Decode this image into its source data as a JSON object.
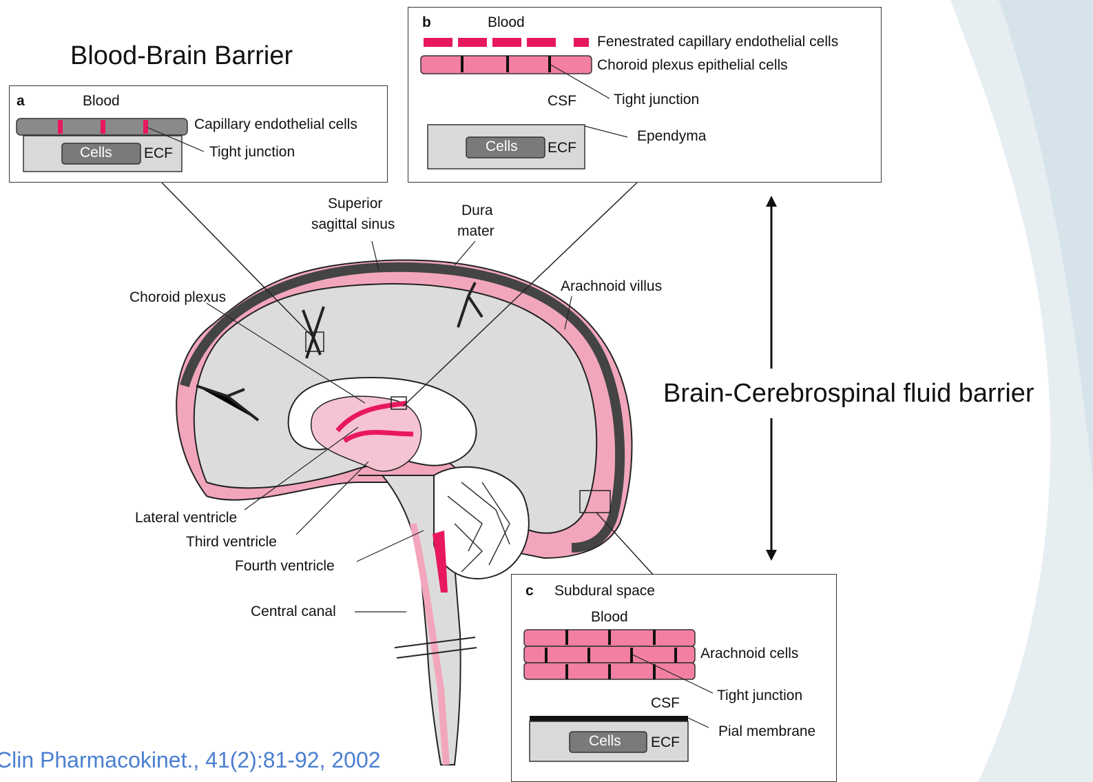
{
  "titles": {
    "bbb": "Blood-Brain Barrier",
    "bcsf": "Brain-Cerebrospinal fluid barrier"
  },
  "citation": "Clin Pharmacokinet., 41(2):81-92, 2002",
  "panel_a": {
    "letter": "a",
    "blood": "Blood",
    "capillary": "Capillary endothelial cells",
    "tight_junction": "Tight junction",
    "cells": "Cells",
    "ecf": "ECF"
  },
  "panel_b": {
    "letter": "b",
    "blood": "Blood",
    "fenestrated": "Fenestrated capillary endothelial cells",
    "choroid_epithelial": "Choroid plexus epithelial cells",
    "csf": "CSF",
    "tight_junction": "Tight junction",
    "ependyma": "Ependyma",
    "cells": "Cells",
    "ecf": "ECF"
  },
  "panel_c": {
    "letter": "c",
    "subdural": "Subdural space",
    "blood": "Blood",
    "arachnoid": "Arachnoid cells",
    "tight_junction": "Tight junction",
    "csf": "CSF",
    "pial": "Pial membrane",
    "cells": "Cells",
    "ecf": "ECF"
  },
  "brain": {
    "sinus_1": "Superior",
    "sinus_2": "sagittal sinus",
    "dura_1": "Dura",
    "dura_2": "mater",
    "arachnoid_villus": "Arachnoid villus",
    "choroid_plexus": "Choroid plexus",
    "lateral_ventricle": "Lateral ventricle",
    "third_ventricle": "Third ventricle",
    "fourth_ventricle": "Fourth ventricle",
    "central_canal": "Central canal"
  },
  "colors": {
    "pink": "#f2a6bc",
    "magenta": "#e8185f",
    "grey": "#d9d9d9",
    "dark_grey": "#555555",
    "citation": "#4a7fd0",
    "background_swoosh": "#e6eef2"
  }
}
